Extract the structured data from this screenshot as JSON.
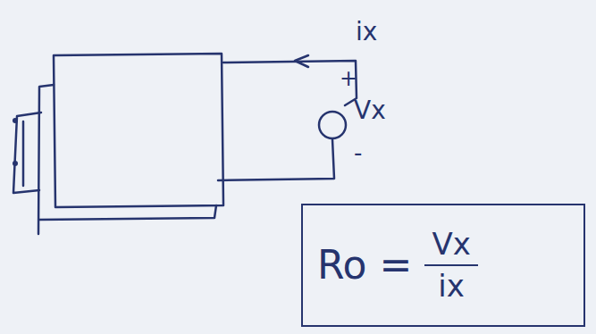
{
  "diagram": {
    "nodes": [
      {
        "text": [
          "Ro =",
          "Vx",
          "ix"
        ]
      }
    ],
    "labels": [
      "ix",
      "+",
      "Vx",
      "-"
    ]
  }
}
